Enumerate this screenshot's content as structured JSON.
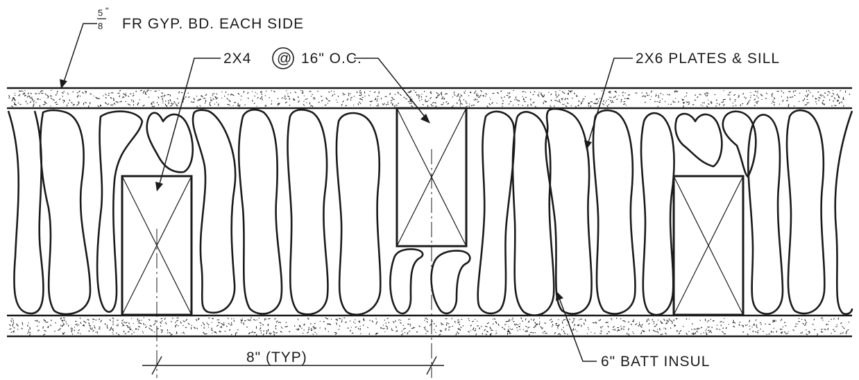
{
  "labels": {
    "gyp_board_fraction_numerator": "5",
    "gyp_board_fraction_denominator": "8",
    "gyp_board_inch_mark": "\"",
    "gyp_board_text": "FR GYP. BD. EACH SIDE",
    "stud_prefix": "2X4",
    "stud_at": "@",
    "stud_suffix": "16\" O.C.",
    "plates_text": "2X6 PLATES & SILL",
    "dimension_text": "8\" (TYP)",
    "insulation_text": "6\" BATT INSUL"
  },
  "colors": {
    "ink": "#1a1a1a",
    "background": "#ffffff"
  }
}
